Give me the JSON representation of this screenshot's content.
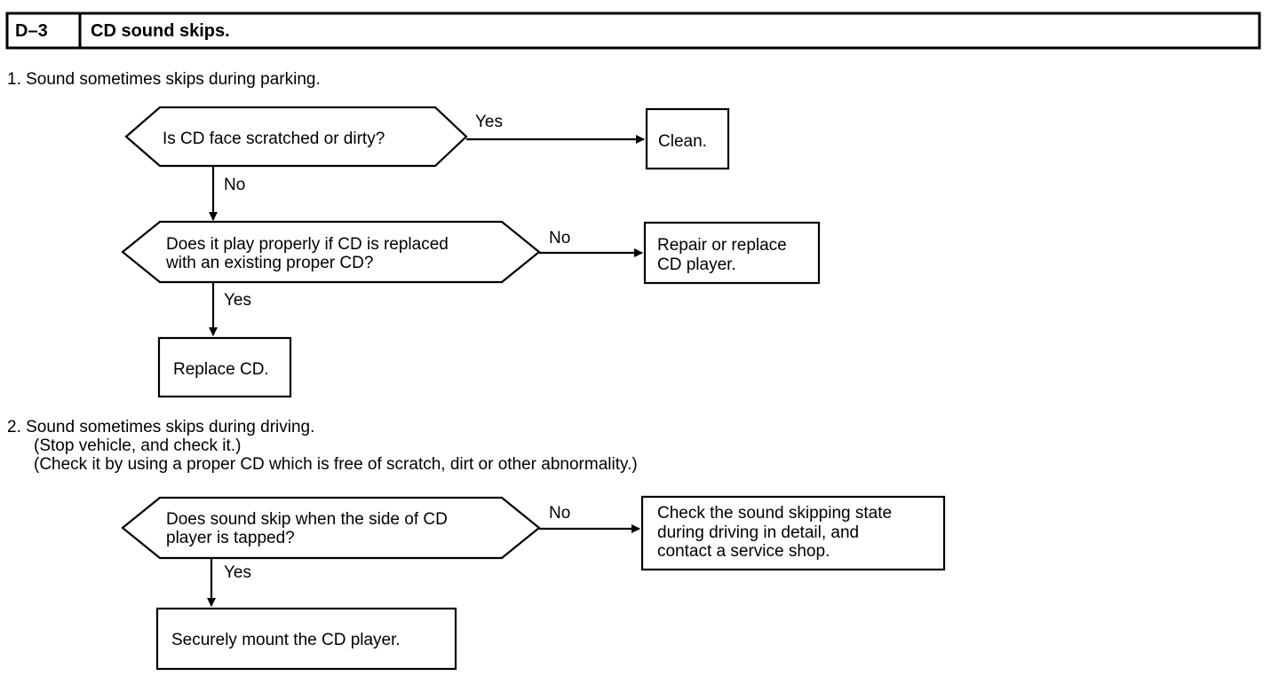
{
  "header": {
    "code": "D–3",
    "title": "CD sound skips."
  },
  "section1": {
    "heading": "1. Sound sometimes skips during parking.",
    "q1": {
      "text": "Is CD face scratched or dirty?"
    },
    "q1_yes_label": "Yes",
    "q1_yes_result": {
      "lines": [
        "Clean."
      ]
    },
    "q1_no_label": "No",
    "q2": {
      "lines": [
        "Does it play properly if CD is replaced",
        "with an existing proper CD?"
      ]
    },
    "q2_no_label": "No",
    "q2_no_result": {
      "lines": [
        "Repair or replace",
        "CD player."
      ]
    },
    "q2_yes_label": "Yes",
    "q2_yes_result": {
      "lines": [
        "Replace CD."
      ]
    }
  },
  "section2": {
    "heading": "2. Sound sometimes skips during driving.",
    "notes": [
      "(Stop vehicle, and check it.)",
      "(Check it by using a proper CD which is free of scratch, dirt or other abnormality.)"
    ],
    "q1": {
      "lines": [
        "Does sound skip when the side of CD",
        "player is tapped?"
      ]
    },
    "q1_no_label": "No",
    "q1_no_result": {
      "lines": [
        "Check the sound skipping state",
        "during driving in detail, and",
        "contact a service shop."
      ]
    },
    "q1_yes_label": "Yes",
    "q1_yes_result": {
      "lines": [
        "Securely mount the CD player."
      ]
    }
  }
}
